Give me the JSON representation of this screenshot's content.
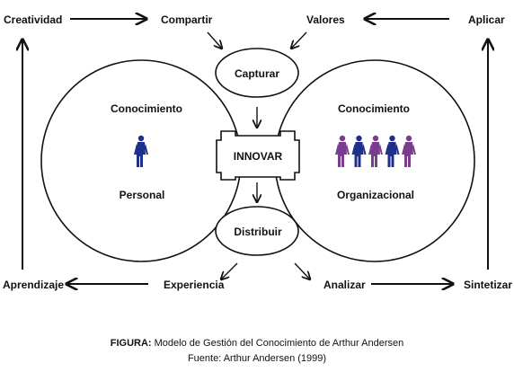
{
  "nodes": {
    "creatividad": "Creatividad",
    "compartir": "Compartir",
    "valores": "Valores",
    "aplicar": "Aplicar",
    "capturar": "Capturar",
    "innovar": "INNOVAR",
    "distribuir": "Distribuir",
    "aprendizaje": "Aprendizaje",
    "experiencia": "Experiencia",
    "analizar": "Analizar",
    "sintetizar": "Sintetizar"
  },
  "left_circle": {
    "title": "Conocimiento",
    "subtitle": "Personal",
    "figure_count": 1
  },
  "right_circle": {
    "title": "Conocimiento",
    "subtitle": "Organizacional",
    "figure_count": 5
  },
  "caption": {
    "prefix": "FIGURA:",
    "text": " Modelo de Gestión del Conocimiento de Arthur Andersen",
    "source": "Fuente: Arthur Andersen (1999)"
  },
  "colors": {
    "person_blue": "#1f2f8c",
    "person_purple": "#7a3c8c"
  },
  "icons": {
    "arrow_head": "arrowhead-icon",
    "person": "person-figure-icon"
  }
}
